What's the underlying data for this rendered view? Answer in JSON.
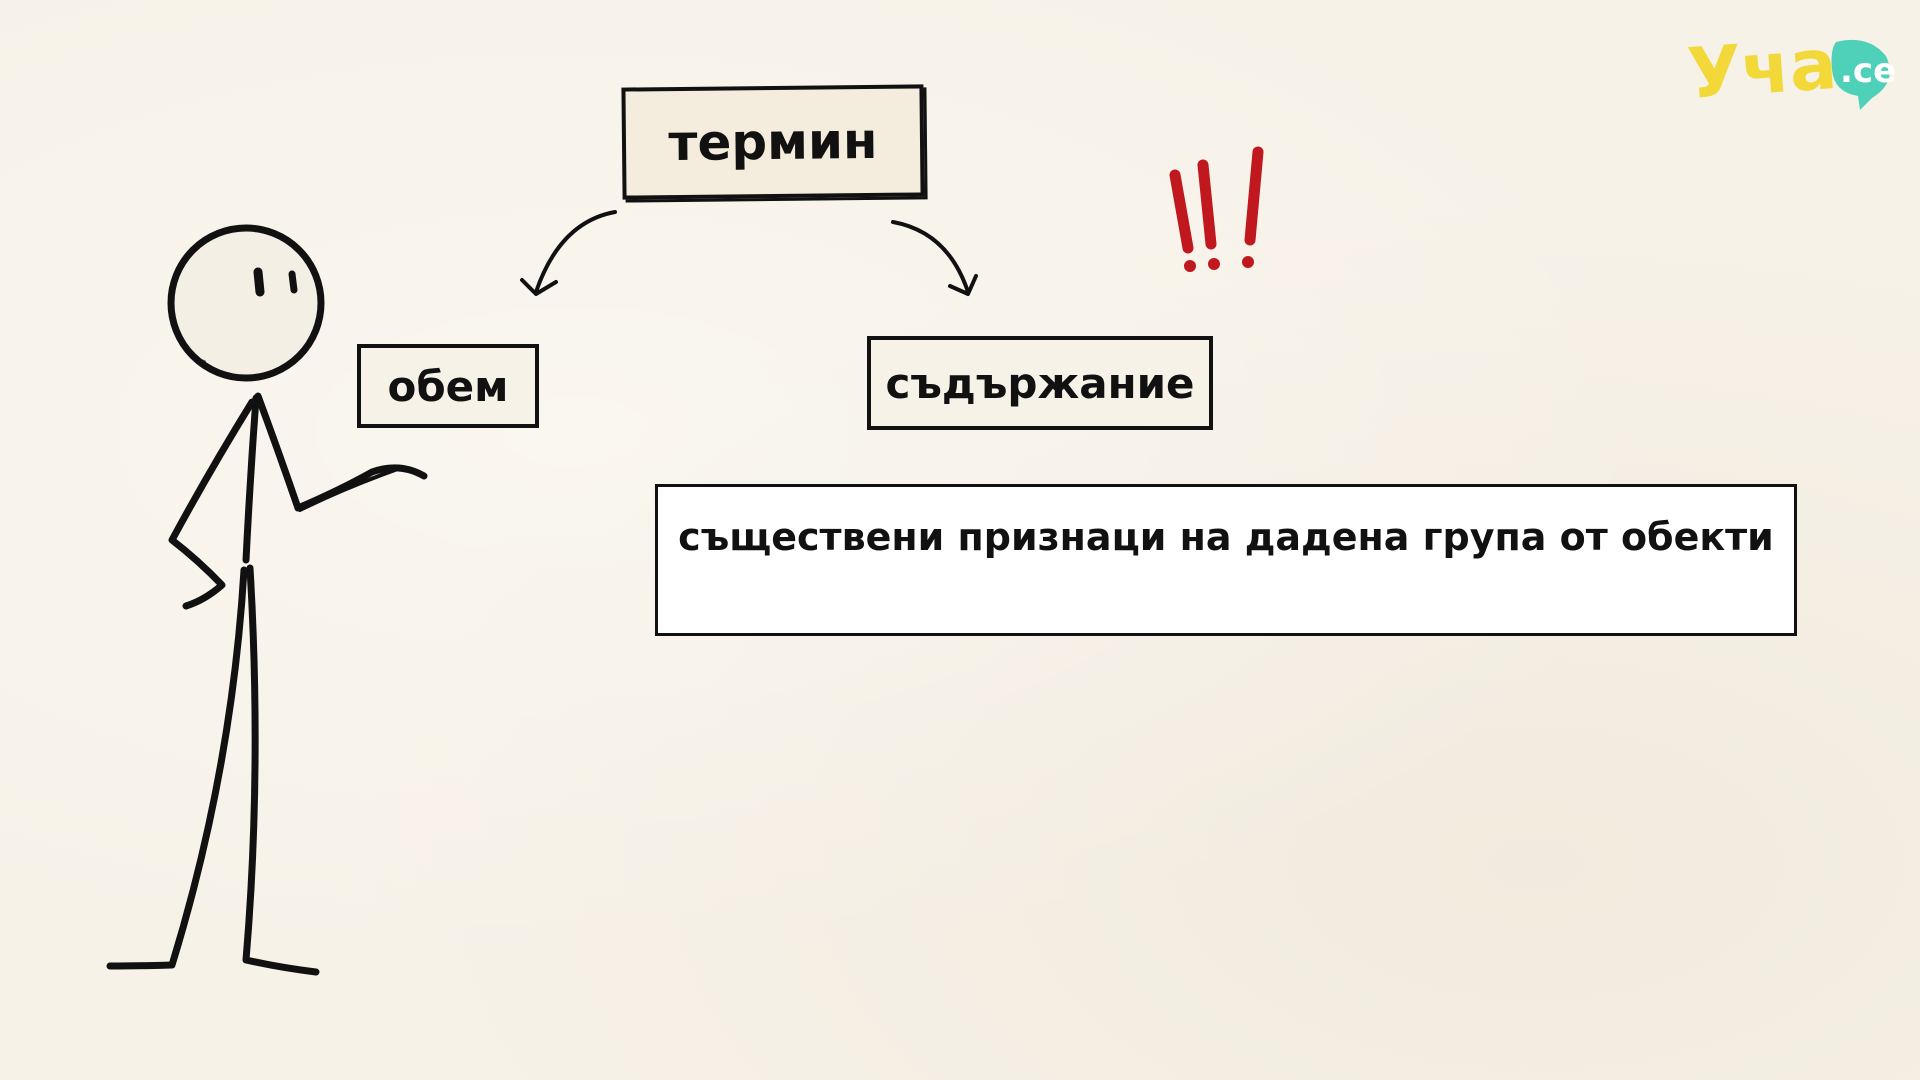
{
  "diagram": {
    "term_label": "термин",
    "volume_label": "обем",
    "content_label": "съдържание",
    "definition_text": "съществени признаци на дадена група от обекти",
    "emphasis_marks": "!!!"
  },
  "logo": {
    "word": "Уча",
    "suffix": ".се"
  },
  "colors": {
    "background": "#f7f2e8",
    "ink": "#111111",
    "emphasis_red": "#c0181e",
    "logo_yellow": "#f3d83a",
    "logo_teal": "#4fd0b8"
  },
  "icons": {
    "character": "stick-figure-icon",
    "arrows": "curved-arrow-icon",
    "brand": "logo-icon"
  }
}
